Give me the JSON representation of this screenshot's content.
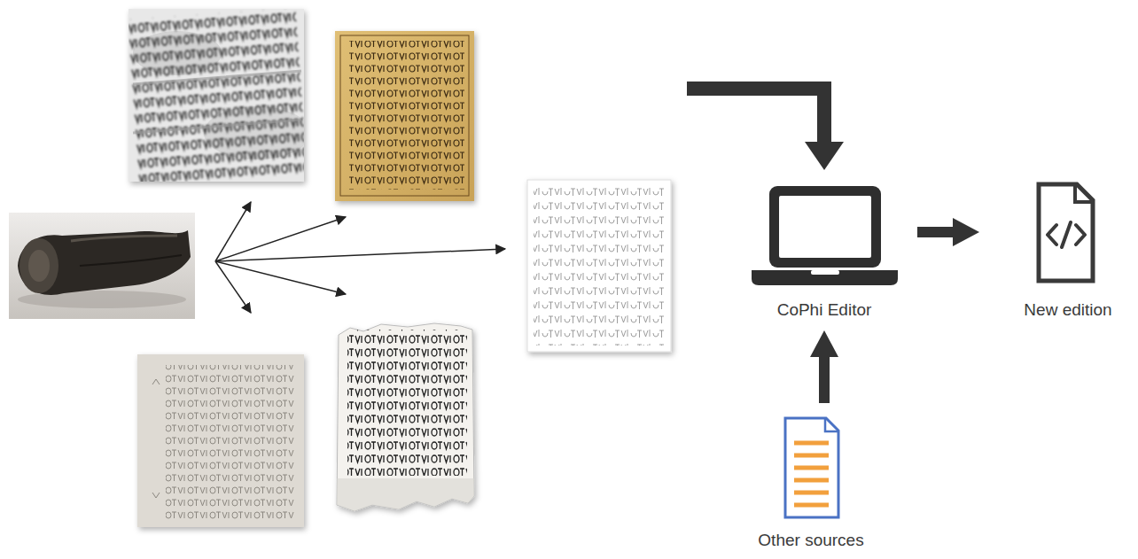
{
  "diagram": {
    "nodes": [
      {
        "text": [
          "CoPhi Editor"
        ]
      },
      {
        "text": [
          "New edition"
        ]
      },
      {
        "text": [
          "Other sources"
        ]
      }
    ],
    "edges": [
      {
        "from": 2,
        "to": 0,
        "arrow": "to"
      },
      {
        "from": 0,
        "to": 1,
        "arrow": "to"
      }
    ]
  }
}
